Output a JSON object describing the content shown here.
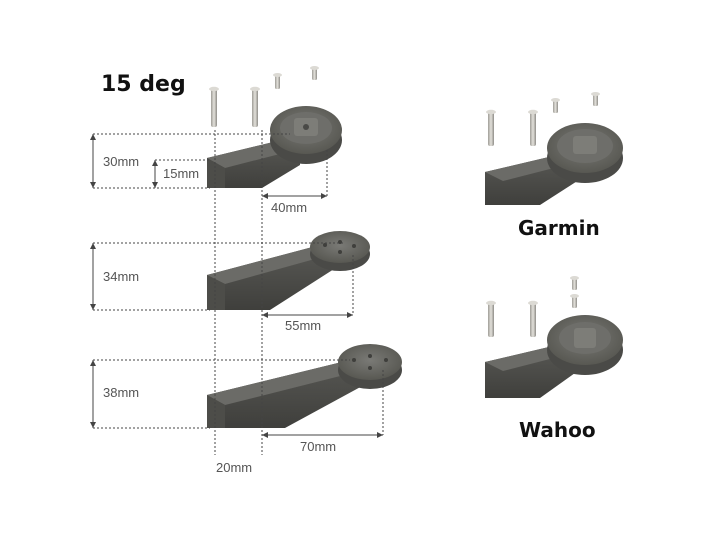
{
  "title": "15 deg",
  "brands": {
    "garmin": "Garmin",
    "wahoo": "Wahoo"
  },
  "dimensions": {
    "height_top": "30mm",
    "height_inner": "15mm",
    "reach_top": "40mm",
    "height_middle": "34mm",
    "reach_middle": "55mm",
    "height_bottom": "38mm",
    "reach_bottom": "70mm",
    "width": "20mm"
  },
  "colors": {
    "part_dark": "#4a4a47",
    "part_mid": "#5b5b57",
    "part_light": "#6e6e6a",
    "screw": "#c8c6c0",
    "guide": "#444444"
  }
}
